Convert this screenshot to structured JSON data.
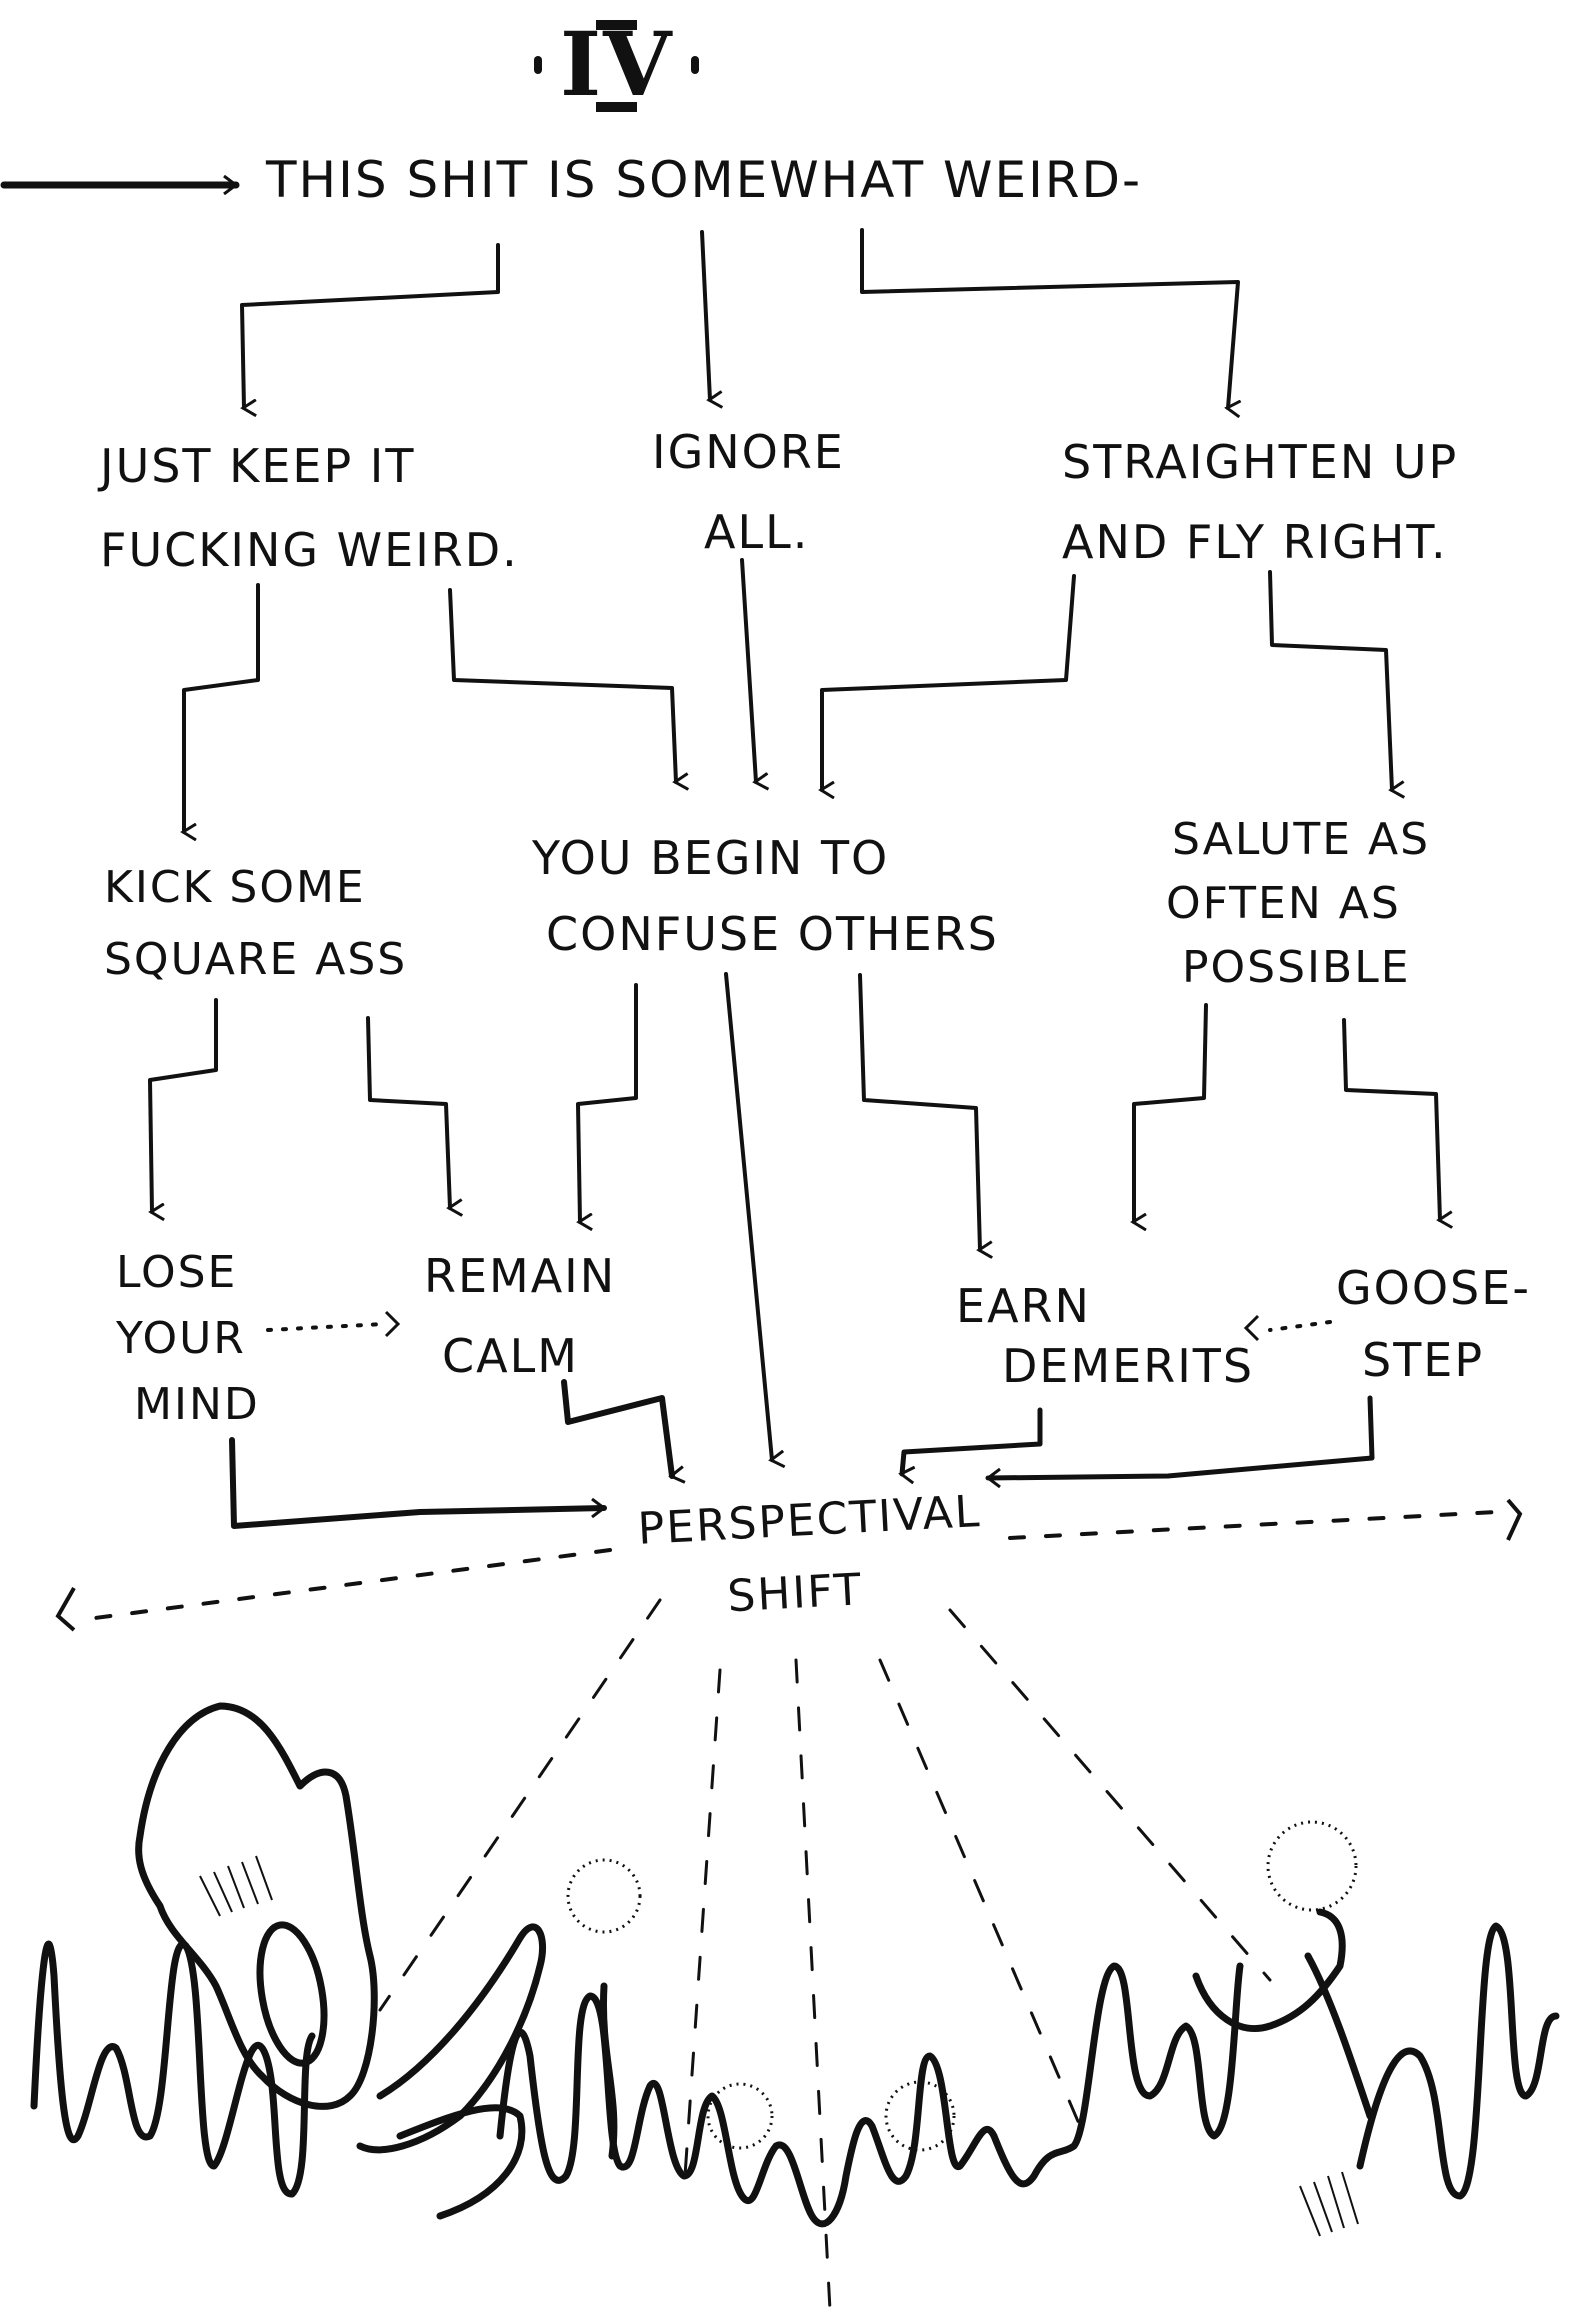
{
  "title": {
    "roman_numeral": "IV"
  },
  "nodes": {
    "root": {
      "lines": [
        "This shit is somewhat weird-"
      ]
    },
    "keep_weird": {
      "lines": [
        "Just keep it",
        "fucking weird."
      ]
    },
    "ignore": {
      "lines": [
        "Ignore",
        "all."
      ]
    },
    "straighten": {
      "lines": [
        "Straighten up",
        "and fly right."
      ]
    },
    "kick": {
      "lines": [
        "Kick some",
        "square ass"
      ]
    },
    "confuse": {
      "lines": [
        "You begin to",
        "confuse others"
      ]
    },
    "salute": {
      "lines": [
        "Salute as",
        "often as",
        "possible"
      ]
    },
    "lose_mind": {
      "lines": [
        "Lose",
        "your",
        "mind"
      ]
    },
    "remain_calm": {
      "lines": [
        "Remain",
        "calm"
      ]
    },
    "earn_demerits": {
      "lines": [
        "Earn",
        "demerits"
      ]
    },
    "goose_step": {
      "lines": [
        "Goose-",
        "step"
      ]
    },
    "perspectival_shift": {
      "lines": [
        "Perspectival",
        "shift"
      ]
    }
  },
  "edges": [
    {
      "from": "start",
      "to": "root",
      "style": "solid"
    },
    {
      "from": "root",
      "to": "keep_weird",
      "style": "solid"
    },
    {
      "from": "root",
      "to": "ignore",
      "style": "solid"
    },
    {
      "from": "root",
      "to": "straighten",
      "style": "solid"
    },
    {
      "from": "keep_weird",
      "to": "kick",
      "style": "solid"
    },
    {
      "from": "keep_weird",
      "to": "confuse",
      "style": "solid"
    },
    {
      "from": "ignore",
      "to": "confuse",
      "style": "solid"
    },
    {
      "from": "straighten",
      "to": "confuse",
      "style": "solid"
    },
    {
      "from": "straighten",
      "to": "salute",
      "style": "solid"
    },
    {
      "from": "kick",
      "to": "lose_mind",
      "style": "solid"
    },
    {
      "from": "kick",
      "to": "remain_calm",
      "style": "solid"
    },
    {
      "from": "confuse",
      "to": "remain_calm",
      "style": "solid"
    },
    {
      "from": "confuse",
      "to": "perspectival_shift",
      "style": "solid"
    },
    {
      "from": "confuse",
      "to": "earn_demerits",
      "style": "solid"
    },
    {
      "from": "salute",
      "to": "earn_demerits",
      "style": "solid"
    },
    {
      "from": "salute",
      "to": "goose_step",
      "style": "solid"
    },
    {
      "from": "lose_mind",
      "to": "remain_calm",
      "style": "dotted"
    },
    {
      "from": "goose_step",
      "to": "earn_demerits",
      "style": "dotted"
    },
    {
      "from": "lose_mind",
      "to": "perspectival_shift",
      "style": "solid"
    },
    {
      "from": "remain_calm",
      "to": "perspectival_shift",
      "style": "solid"
    },
    {
      "from": "earn_demerits",
      "to": "perspectival_shift",
      "style": "solid"
    },
    {
      "from": "goose_step",
      "to": "perspectival_shift",
      "style": "solid"
    },
    {
      "from": "perspectival_shift",
      "to": "left-edge",
      "style": "dashed"
    },
    {
      "from": "perspectival_shift",
      "to": "right-edge",
      "style": "dashed"
    },
    {
      "from": "perspectival_shift",
      "to": "illustration",
      "style": "dashed-rays"
    }
  ],
  "illustration": {
    "subject": "figure with gas-mask-like face and hand emerging from wavy ground with glowing sprouts"
  },
  "colors": {
    "ink": "#111111",
    "paper": "#ffffff"
  }
}
